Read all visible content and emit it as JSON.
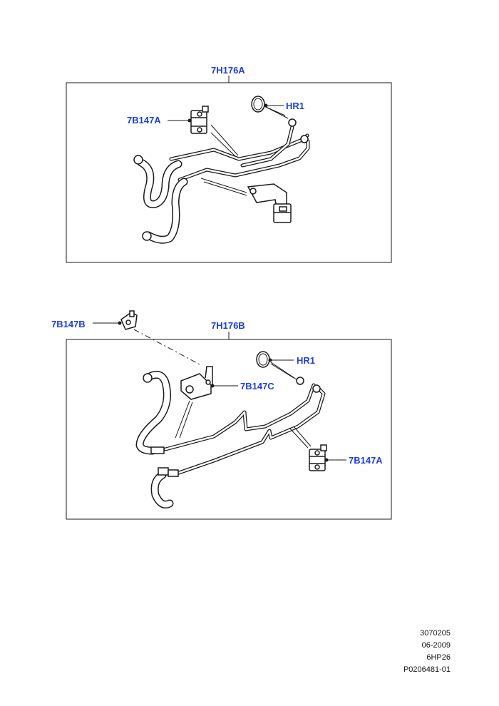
{
  "colors": {
    "callout": "#1f3fd6",
    "line": "#1a1a1a"
  },
  "assemblies": [
    {
      "title": "7H176A",
      "callouts": [
        "7B147A",
        "HR1"
      ]
    },
    {
      "title": "7H176B",
      "callouts": [
        "7B147B",
        "HR1",
        "7B147C",
        "7B147A"
      ]
    }
  ],
  "footer": {
    "line1": "3070205",
    "line2": "06-2009",
    "line3": "6HP26",
    "line4": "P0206481-01"
  }
}
